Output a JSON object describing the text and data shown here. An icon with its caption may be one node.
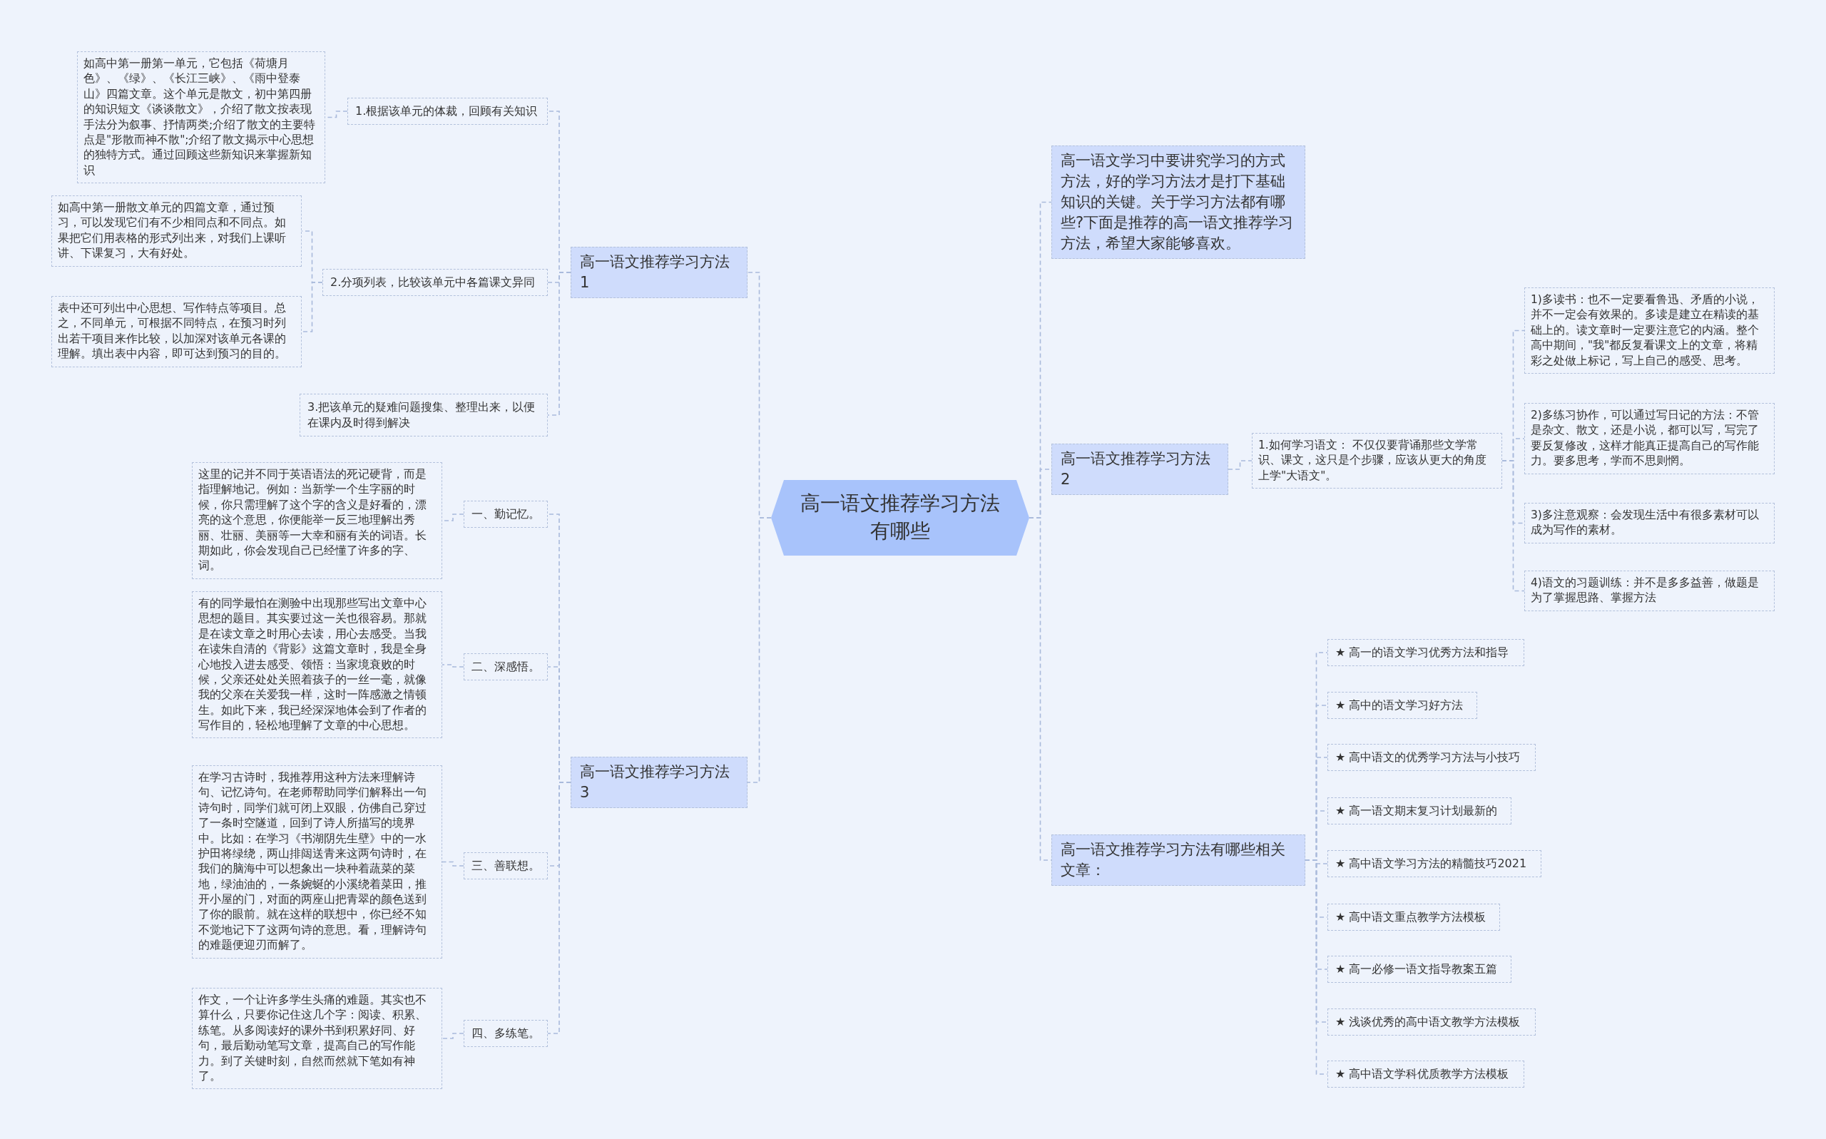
{
  "diagram": {
    "nodes": [
      {
        "text": [
          "高一语文推荐学习方法有哪些"
        ]
      },
      {
        "text": [
          "高一语文推荐学习方法1"
        ]
      },
      {
        "text": [
          "1.根据该单元的体裁，回顾有关知识"
        ]
      },
      {
        "text": [
          "如高中第一册第一单元，它包括《荷塘月色》、《绿》、《长江三峡》、《雨中登泰山》四篇文章。这个单元是散文，初中第四册的知识短文《谈谈散文》，介绍了散文按表现手法分为叙事、抒情两类;介绍了散文的主要特点是\"形散而神不散\";介绍了散文揭示中心思想的独特方式。通过回顾这些新知识来掌握新知识"
        ]
      },
      {
        "text": [
          "2.分项列表，比较该单元中各篇课文异同"
        ]
      },
      {
        "text": [
          "如高中第一册散文单元的四篇文章，通过预习，可以发现它们有不少相同点和不同点。如果把它们用表格的形式列出来，对我们上课听讲、下课复习，大有好处。"
        ]
      },
      {
        "text": [
          "表中还可列出中心思想、写作特点等项目。总之，不同单元，可根据不同特点，在预习时列出若干项目来作比较，以加深对该单元各课的理解。填出表中内容，即可达到预习的目的。"
        ]
      },
      {
        "text": [
          "3.把该单元的疑难问题搜集、整理出来，以便在课内及时得到解决"
        ]
      },
      {
        "text": [
          "高一语文推荐学习方法3"
        ]
      },
      {
        "text": [
          "一、勤记忆。"
        ]
      },
      {
        "text": [
          "这里的记并不同于英语语法的死记硬背，而是指理解地记。例如：当新学一个生字丽的时候，你只需理解了这个字的含义是好看的，漂亮的这个意思，你便能举一反三地理解出秀丽、壮丽、美丽等一大幸和丽有关的词语。长期如此，你会发现自己已经懂了许多的字、词。"
        ]
      },
      {
        "text": [
          "二、深感悟。"
        ]
      },
      {
        "text": [
          "有的同学最怕在测验中出现那些写出文章中心思想的题目。其实要过这一关也很容易。那就是在读文章之时用心去读，用心去感受。当我在读朱自清的《背影》这篇文章时，我是全身心地投入进去感受、领悟：当家境衰败的时候，父亲还处处关照着孩子的一丝一毫，就像我的父亲在关爱我一样，这时一阵感激之情顿生。如此下来，我已经深深地体会到了作者的写作目的，轻松地理解了文章的中心思想。"
        ]
      },
      {
        "text": [
          "三、善联想。"
        ]
      },
      {
        "text": [
          "在学习古诗时，我推荐用这种方法来理解诗句、记忆诗句。在老师帮助同学们解释出一句诗句时，同学们就可闭上双眼，仿佛自己穿过了一条时空隧道，回到了诗人所描写的境界中。比如：在学习《书湖阴先生壁》中的一水护田将绿绕，两山排闼送青来这两句诗时，在我们的脑海中可以想象出一块种着蔬菜的菜地，绿油油的，一条婉蜒的小溪绕着菜田，推开小屋的门，对面的两座山把青翠的颜色送到了你的眼前。就在这样的联想中，你已经不知不觉地记下了这两句诗的意思。看，理解诗句的难题便迎刃而解了。"
        ]
      },
      {
        "text": [
          "四、多练笔。"
        ]
      },
      {
        "text": [
          "作文，一个让许多学生头痛的难题。其实也不算什么，只要你记住这几个字：阅读、积累、练笔。从多阅读好的课外书到积累好同、好句，最后勤动笔写文章，提高自己的写作能力。到了关键时刻，自然而然就下笔如有神了。"
        ]
      },
      {
        "text": [
          "高一语文学习中要讲究学习的方式方法，好的学习方法才是打下基础知识的关键。关于学习方法都有哪些?下面是推荐的高一语文推荐学习方法，希望大家能够喜欢。"
        ]
      },
      {
        "text": [
          "高一语文推荐学习方法2"
        ]
      },
      {
        "text": [
          "1.如何学习语文： 不仅仅要背诵那些文学常识、课文，这只是个步骤，应该从更大的角度上学\"大语文\"。"
        ]
      },
      {
        "text": [
          "1)多读书：也不一定要看鲁迅、矛盾的小说，并不一定会有效果的。多读是建立在精读的基础上的。读文章时一定要注意它的内涵。整个高中期间，\"我\"都反复看课文上的文章，将精彩之处做上标记，写上自己的感受、思考。"
        ]
      },
      {
        "text": [
          "2)多练习协作，可以通过写日记的方法：不管是杂文、散文，还是小说，都可以写，写完了要反复修改，这样才能真正提高自己的写作能力。要多思考，学而不思则惘。"
        ]
      },
      {
        "text": [
          "3)多注意观察：会发现生活中有很多素材可以成为写作的素材。"
        ]
      },
      {
        "text": [
          "4)语文的习题训练：并不是多多益善，做题是为了掌握思路、掌握方法"
        ]
      },
      {
        "text": [
          "高一语文推荐学习方法有哪些相关文章："
        ]
      },
      {
        "text": [
          "★ 高一的语文学习优秀方法和指导"
        ]
      },
      {
        "text": [
          "★ 高中的语文学习好方法"
        ]
      },
      {
        "text": [
          "★ 高中语文的优秀学习方法与小技巧"
        ]
      },
      {
        "text": [
          "★ 高一语文期末复习计划最新的"
        ]
      },
      {
        "text": [
          "★ 高中语文学习方法的精髓技巧2021"
        ]
      },
      {
        "text": [
          "★ 高中语文重点教学方法模板"
        ]
      },
      {
        "text": [
          "★ 高一必修一语文指导教案五篇"
        ]
      },
      {
        "text": [
          "★ 浅谈优秀的高中语文教学方法模板"
        ]
      },
      {
        "text": [
          "★ 高中语文学科优质教学方法模板"
        ]
      }
    ],
    "edges": [
      {
        "from": 0,
        "to": 1,
        "arrow": "none"
      },
      {
        "from": 1,
        "to": 2,
        "arrow": "none"
      },
      {
        "from": 2,
        "to": 3,
        "arrow": "none"
      },
      {
        "from": 1,
        "to": 4,
        "arrow": "none"
      },
      {
        "from": 4,
        "to": 5,
        "arrow": "none"
      },
      {
        "from": 4,
        "to": 6,
        "arrow": "none"
      },
      {
        "from": 1,
        "to": 7,
        "arrow": "none"
      },
      {
        "from": 0,
        "to": 8,
        "arrow": "none"
      },
      {
        "from": 8,
        "to": 9,
        "arrow": "none"
      },
      {
        "from": 9,
        "to": 10,
        "arrow": "none"
      },
      {
        "from": 8,
        "to": 11,
        "arrow": "none"
      },
      {
        "from": 11,
        "to": 12,
        "arrow": "none"
      },
      {
        "from": 8,
        "to": 13,
        "arrow": "none"
      },
      {
        "from": 13,
        "to": 14,
        "arrow": "none"
      },
      {
        "from": 8,
        "to": 15,
        "arrow": "none"
      },
      {
        "from": 15,
        "to": 16,
        "arrow": "none"
      },
      {
        "from": 0,
        "to": 17,
        "arrow": "none"
      },
      {
        "from": 0,
        "to": 18,
        "arrow": "none"
      },
      {
        "from": 18,
        "to": 19,
        "arrow": "none"
      },
      {
        "from": 19,
        "to": 20,
        "arrow": "none"
      },
      {
        "from": 19,
        "to": 21,
        "arrow": "none"
      },
      {
        "from": 19,
        "to": 22,
        "arrow": "none"
      },
      {
        "from": 19,
        "to": 23,
        "arrow": "none"
      },
      {
        "from": 0,
        "to": 24,
        "arrow": "none"
      },
      {
        "from": 24,
        "to": 25,
        "arrow": "none"
      },
      {
        "from": 24,
        "to": 26,
        "arrow": "none"
      },
      {
        "from": 24,
        "to": 27,
        "arrow": "none"
      },
      {
        "from": 24,
        "to": 28,
        "arrow": "none"
      },
      {
        "from": 24,
        "to": 29,
        "arrow": "none"
      },
      {
        "from": 24,
        "to": 30,
        "arrow": "none"
      },
      {
        "from": 24,
        "to": 31,
        "arrow": "none"
      },
      {
        "from": 24,
        "to": 32,
        "arrow": "none"
      },
      {
        "from": 24,
        "to": 33,
        "arrow": "none"
      }
    ]
  }
}
